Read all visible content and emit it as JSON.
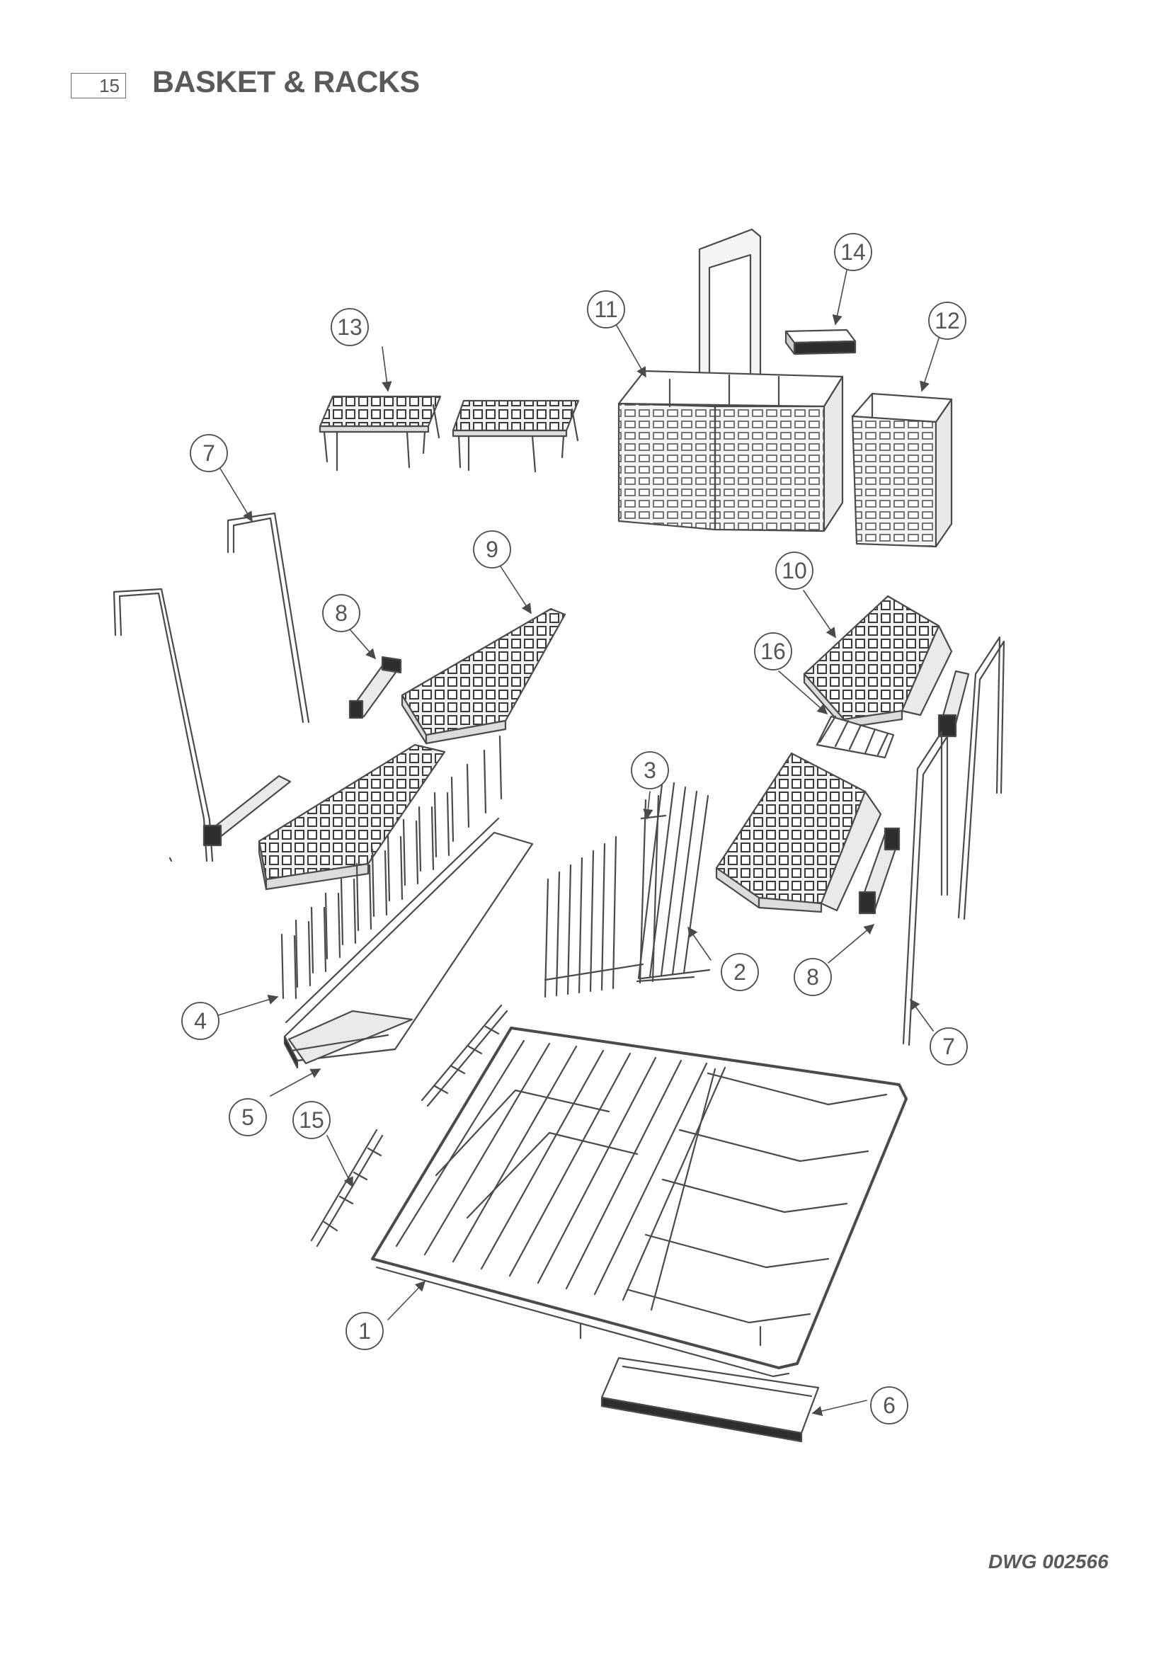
{
  "page": {
    "number": "15",
    "title": "BASKET & RACKS",
    "drawing_ref": "DWG 002566"
  },
  "colors": {
    "line": "#4a4a4a",
    "text": "#575757",
    "fill_light": "#e6e6e6",
    "fill_dark": "#2e2e2e"
  },
  "callouts": [
    {
      "id": "c1",
      "label": "1"
    },
    {
      "id": "c2",
      "label": "2"
    },
    {
      "id": "c3",
      "label": "3"
    },
    {
      "id": "c4",
      "label": "4"
    },
    {
      "id": "c5",
      "label": "5"
    },
    {
      "id": "c6",
      "label": "6"
    },
    {
      "id": "c7a",
      "label": "7"
    },
    {
      "id": "c7b",
      "label": "7"
    },
    {
      "id": "c8a",
      "label": "8"
    },
    {
      "id": "c8b",
      "label": "8"
    },
    {
      "id": "c9",
      "label": "9"
    },
    {
      "id": "c10",
      "label": "10"
    },
    {
      "id": "c11",
      "label": "11"
    },
    {
      "id": "c12",
      "label": "12"
    },
    {
      "id": "c13",
      "label": "13"
    },
    {
      "id": "c14",
      "label": "14"
    },
    {
      "id": "c15",
      "label": "15"
    },
    {
      "id": "c16",
      "label": "16"
    }
  ]
}
